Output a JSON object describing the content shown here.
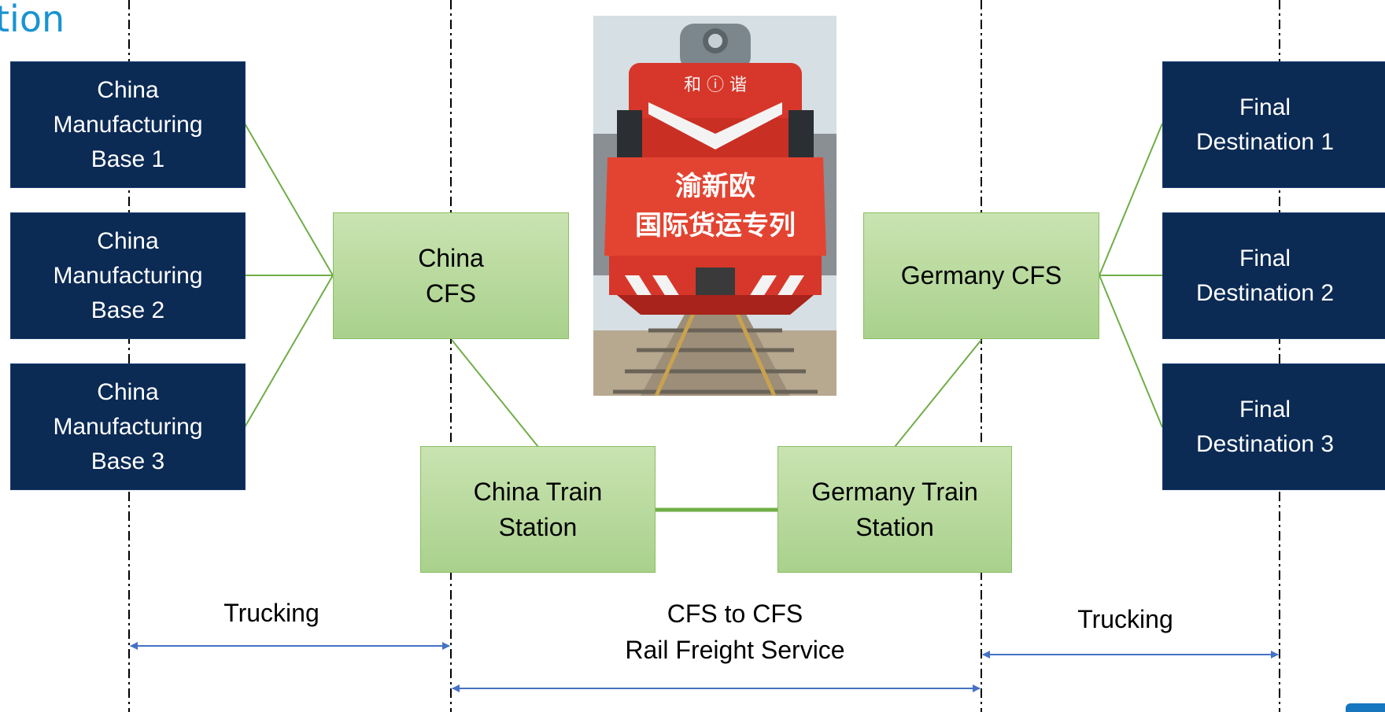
{
  "title": "tion",
  "diagram": {
    "manufacturing_bases": [
      "China\nManufacturing\nBase 1",
      "China\nManufacturing\nBase 2",
      "China\nManufacturing\nBase 3"
    ],
    "china_cfs": "China\nCFS",
    "germany_cfs": "Germany CFS",
    "china_train_station": "China Train\nStation",
    "germany_train_station": "Germany Train\nStation",
    "final_destinations": [
      "Final\nDestination 1",
      "Final\nDestination 2",
      "Final\nDestination 3"
    ],
    "segments": {
      "left": "Trucking",
      "middle": "CFS to CFS\nRail Freight Service",
      "right": "Trucking"
    },
    "photo": {
      "banner_line1": "渝新欧",
      "banner_line2": "国际货运专列",
      "cab_text": "和 ⓘ 谐"
    }
  },
  "colors": {
    "title": "#1a93d1",
    "navy_box": "#0b2a54",
    "green_box": "#a9d18c",
    "connector": "#70ad47",
    "arrow": "#4472c4",
    "locomotive": "#d7372a"
  }
}
